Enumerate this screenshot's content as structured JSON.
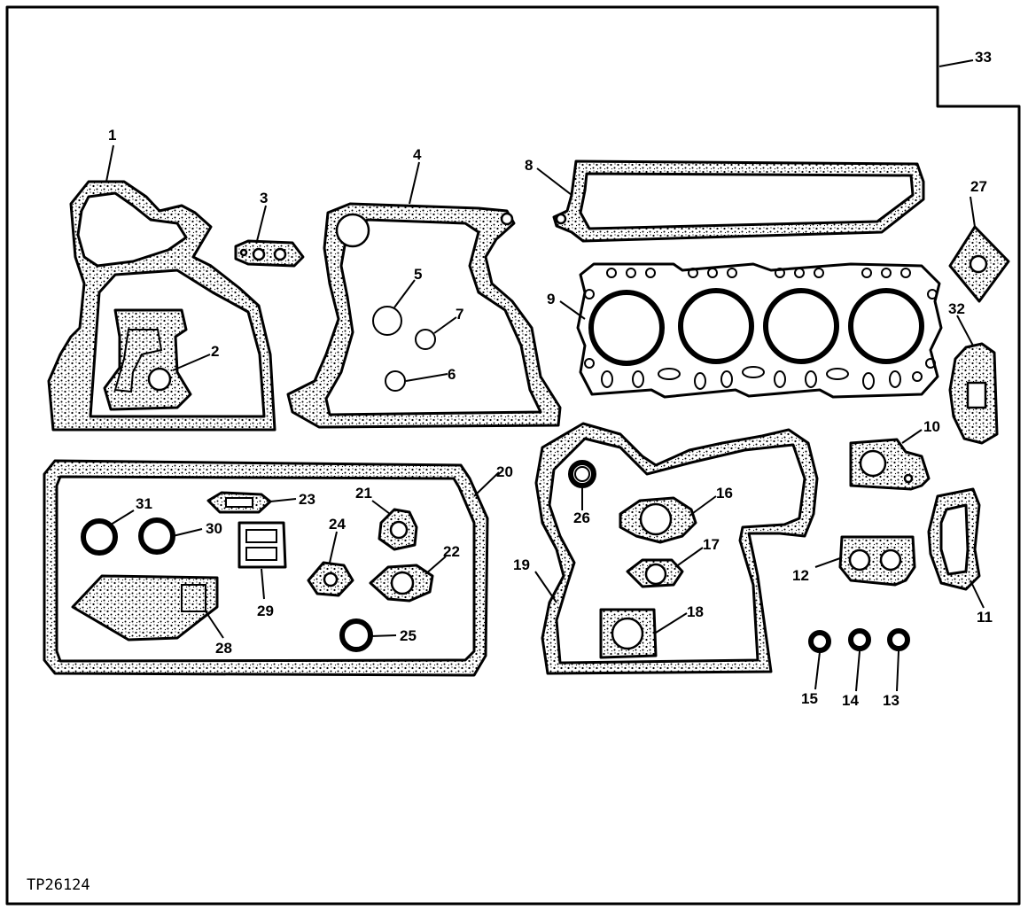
{
  "figure_code": "TP26124",
  "callouts": {
    "c1": "1",
    "c2": "2",
    "c3": "3",
    "c4": "4",
    "c5": "5",
    "c6": "6",
    "c7": "7",
    "c8": "8",
    "c9": "9",
    "c10": "10",
    "c11": "11",
    "c12": "12",
    "c13": "13",
    "c14": "14",
    "c15": "15",
    "c16": "16",
    "c17": "17",
    "c18": "18",
    "c19": "19",
    "c20": "20",
    "c21": "21",
    "c22": "22",
    "c23": "23",
    "c24": "24",
    "c25": "25",
    "c26": "26",
    "c27": "27",
    "c28": "28",
    "c29": "29",
    "c30": "30",
    "c31": "31",
    "c32": "32",
    "c33": "33"
  }
}
